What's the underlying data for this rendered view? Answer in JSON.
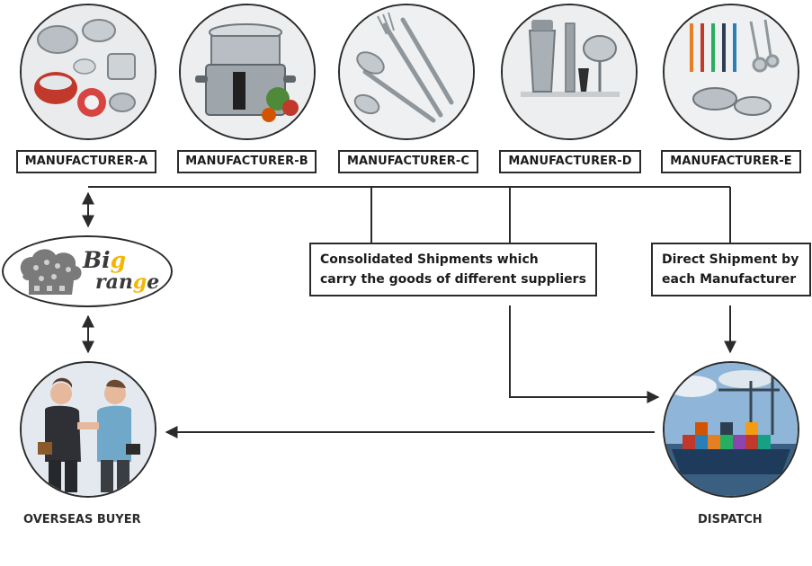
{
  "manufacturers": [
    {
      "label": "MANUFACTURER-A",
      "image": "kitchenware-bowls-pots-illustration"
    },
    {
      "label": "MANUFACTURER-B",
      "image": "steamer-pot-illustration"
    },
    {
      "label": "MANUFACTURER-C",
      "image": "cutlery-illustration"
    },
    {
      "label": "MANUFACTURER-D",
      "image": "bar-tools-illustration"
    },
    {
      "label": "MANUFACTURER-E",
      "image": "measuring-spoons-cups-illustration"
    }
  ],
  "logo": {
    "line1_a": "Bi",
    "line1_b": "g",
    "line2_a": "ran",
    "line2_b": "g",
    "line2_c": "e"
  },
  "consolidated_box": {
    "line1": "Consolidated Shipments which",
    "line2": "carry the goods of different suppliers"
  },
  "direct_box": {
    "line1": "Direct Shipment by",
    "line2": "each Manufacturer"
  },
  "buyer": {
    "label": "OVERSEAS BUYER",
    "image": "businessmen-handshake-illustration"
  },
  "dispatch": {
    "label": "DISPATCH",
    "image": "container-ship-illustration"
  },
  "colors": {
    "line": "#2b2b2b",
    "logo_accent": "#f2b705",
    "text": "#1c1c1c"
  }
}
